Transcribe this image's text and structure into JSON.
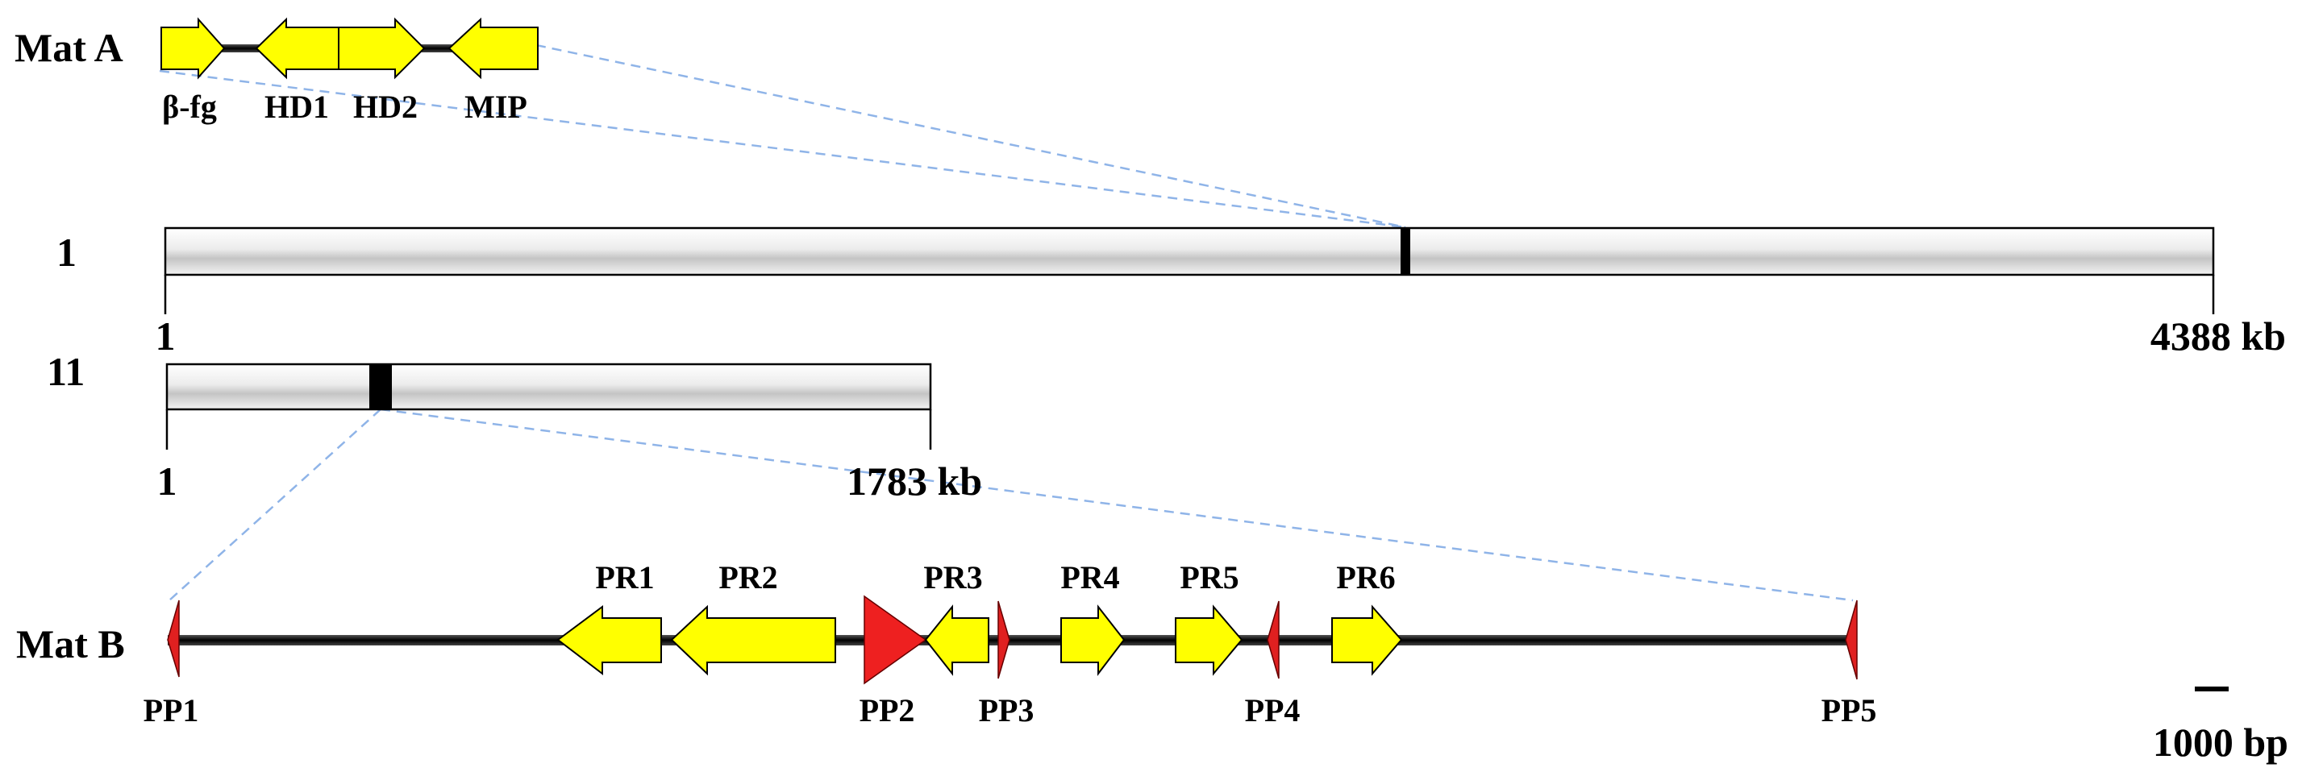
{
  "mat_a": {
    "label": "Mat A",
    "genes": [
      {
        "name": "β-fg",
        "direction": "forward",
        "type": "gene"
      },
      {
        "name": "HD1",
        "direction": "reverse",
        "type": "gene"
      },
      {
        "name": "HD2",
        "direction": "forward",
        "type": "gene"
      },
      {
        "name": "MIP",
        "direction": "reverse",
        "type": "gene"
      }
    ]
  },
  "chromosomes": [
    {
      "label": "1",
      "start_label": "1",
      "end_label": "4388 kb",
      "length_kb": 4388,
      "locus_kb": 2650
    },
    {
      "label": "11",
      "start_label": "1",
      "end_label": "1783 kb",
      "length_kb": 1783,
      "locus_kb": 455
    }
  ],
  "mat_b": {
    "label": "Mat B",
    "elements": [
      {
        "name": "PP1",
        "type": "pheromone",
        "direction": "reverse"
      },
      {
        "name": "PR1",
        "type": "receptor",
        "direction": "reverse"
      },
      {
        "name": "PR2",
        "type": "receptor",
        "direction": "reverse"
      },
      {
        "name": "PP2",
        "type": "pheromone",
        "direction": "forward"
      },
      {
        "name": "PR3",
        "type": "receptor",
        "direction": "reverse"
      },
      {
        "name": "PP3",
        "type": "pheromone",
        "direction": "forward"
      },
      {
        "name": "PR4",
        "type": "receptor",
        "direction": "forward"
      },
      {
        "name": "PR5",
        "type": "receptor",
        "direction": "forward"
      },
      {
        "name": "PP4",
        "type": "pheromone",
        "direction": "reverse"
      },
      {
        "name": "PR6",
        "type": "receptor",
        "direction": "forward"
      },
      {
        "name": "PP5",
        "type": "pheromone",
        "direction": "reverse"
      }
    ]
  },
  "scale_bar": {
    "label": "1000 bp"
  },
  "colors": {
    "receptor": "#ffff00",
    "pheromone": "#e02020",
    "connector": "#8fb4e8",
    "backbone": "#111111"
  }
}
